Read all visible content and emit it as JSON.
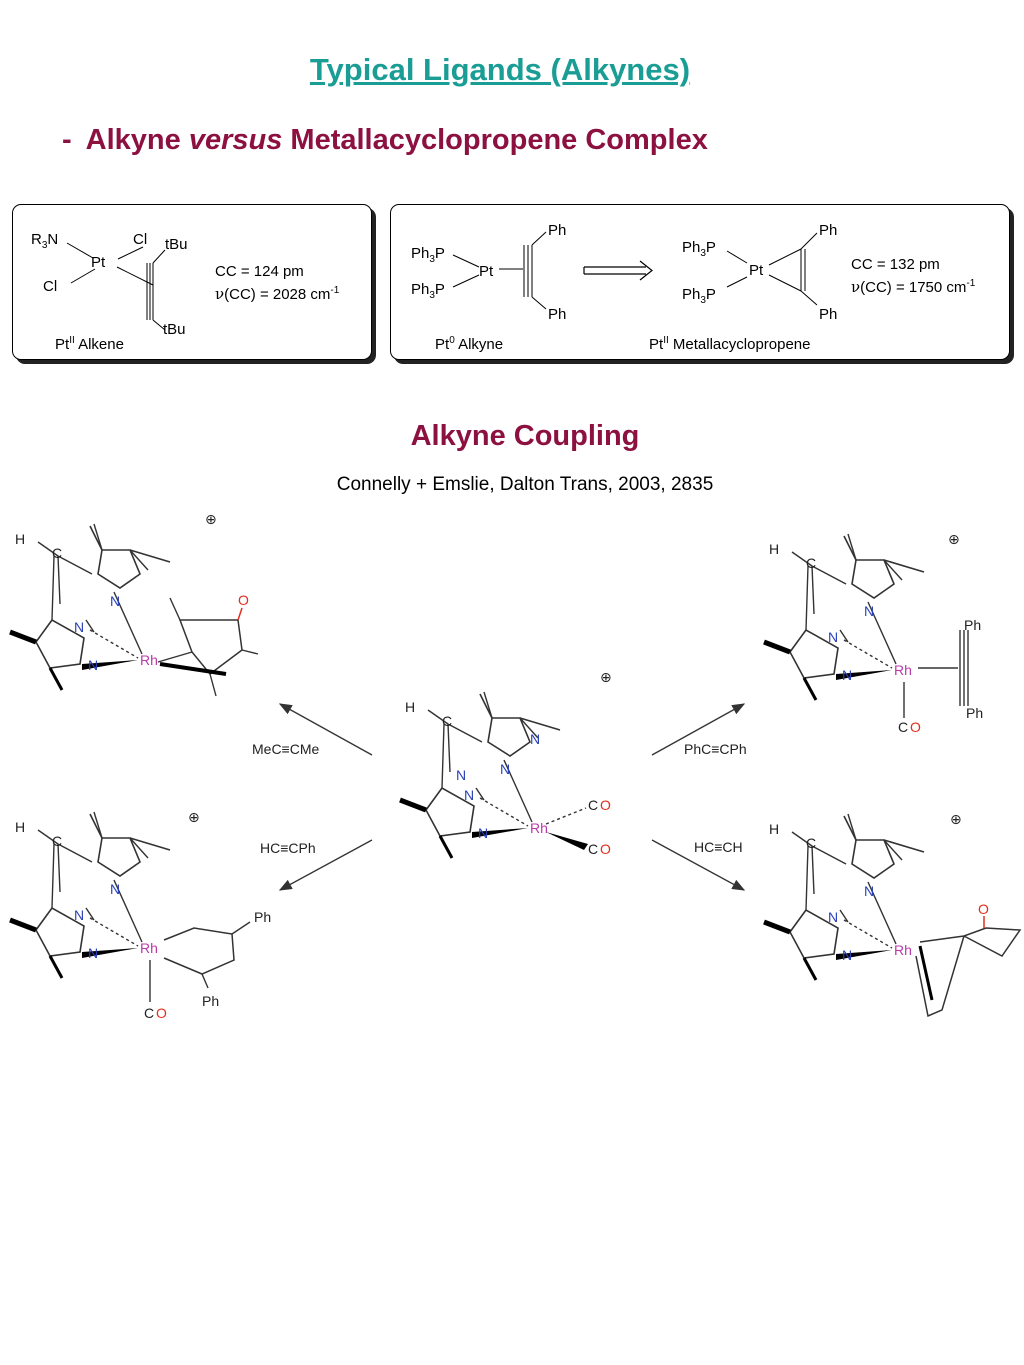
{
  "header": {
    "title": "Typical Ligands (Alkynes)",
    "subtitle_dash": "-",
    "subtitle_pre": "Alkyne",
    "subtitle_italic": "versus",
    "subtitle_post": "Metallacyclopropene Complex"
  },
  "box1": {
    "r3n": "R3N",
    "pt": "Pt",
    "cl_top": "Cl",
    "cl_left": "Cl",
    "tbu_top": "tBu",
    "tbu_bottom": "tBu",
    "cc": "CC = 124 pm",
    "nu": "(CC) = 2028 cm",
    "caption": "Pt",
    "caption_sup": "II",
    "caption_rest": " Alkene"
  },
  "box2": {
    "ph3p": "Ph",
    "pt": "Pt",
    "ph": "Ph",
    "cc": "CC = 132 pm",
    "nu": "(CC) = 1750 cm",
    "caption_left": "Pt",
    "caption_left_sup": "0",
    "caption_left_rest": " Alkyne",
    "caption_right": "Pt",
    "caption_right_sup": "II",
    "caption_right_rest": " Metallacyclopropene"
  },
  "coupling": {
    "title": "Alkyne Coupling",
    "citation": "Connelly + Emslie, Dalton Trans, 2003, 2835"
  },
  "reagents": {
    "top_left": "MeC≡CMe",
    "bottom_left": "HC≡CPh",
    "top_right": "PhC≡CPh",
    "bottom_right": "HC≡CH"
  },
  "atoms": {
    "h": "H",
    "c": "C",
    "n": "N",
    "rh": "Rh",
    "o": "O",
    "co_c": "C",
    "co_o": "O",
    "ph": "Ph",
    "plus": "⊕"
  }
}
